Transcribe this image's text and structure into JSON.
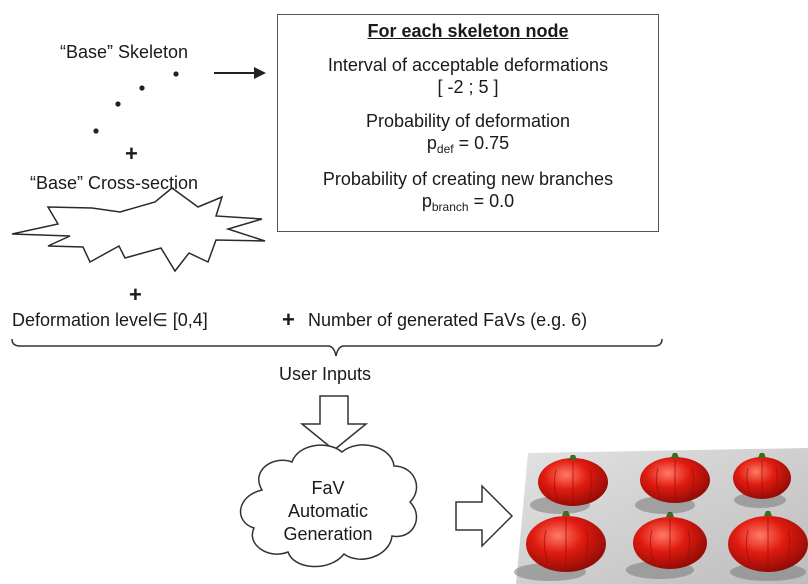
{
  "skeleton": {
    "label": "“Base” Skeleton"
  },
  "cross_section": {
    "label": "“Base” Cross-section"
  },
  "plus_symbol": "+",
  "node_box": {
    "title": "For each skeleton node",
    "interval_label": "Interval of acceptable deformations",
    "interval_value": "[ -2 ; 5 ]",
    "def_prob_label": "Probability of deformation",
    "def_prob_symbol": "p",
    "def_prob_sub": "def",
    "def_prob_value": " = 0.75",
    "branch_prob_label": "Probability of creating new branches",
    "branch_prob_symbol": "p",
    "branch_prob_sub": "branch",
    "branch_prob_value": " = 0.0"
  },
  "inputs": {
    "deformation_level": "Deformation level∈ [0,4]",
    "num_favs": "Number of generated FaVs (e.g. 6)",
    "brace_label": "User Inputs"
  },
  "generation": {
    "line1": "FaV",
    "line2": "Automatic",
    "line3": "Generation"
  },
  "colors": {
    "tomato": "#d8150e",
    "outline": "#333333",
    "render_bg": "#c9c9c9"
  }
}
